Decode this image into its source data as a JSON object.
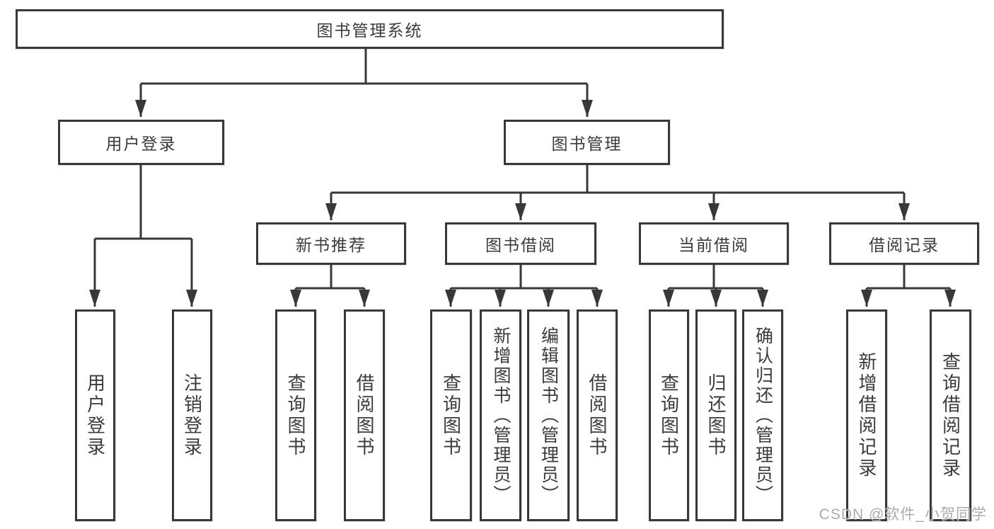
{
  "diagram": {
    "nodes": {
      "root": {
        "label": "图书管理系统"
      },
      "user_login": {
        "label": "用户登录"
      },
      "book_mgmt": {
        "label": "图书管理"
      },
      "new_books": {
        "label": "新书推荐"
      },
      "book_borrow": {
        "label": "图书借阅"
      },
      "current_borrow": {
        "label": "当前借阅"
      },
      "borrow_records": {
        "label": "借阅记录"
      },
      "leaf_user_login": {
        "label": "用户登录"
      },
      "leaf_logout": {
        "label": "注销登录"
      },
      "leaf_nb_query": {
        "label": "查询图书"
      },
      "leaf_nb_borrow": {
        "label": "借阅图书"
      },
      "leaf_bb_query": {
        "label": "查询图书"
      },
      "leaf_bb_add": {
        "label": "新增图书（管理员）"
      },
      "leaf_bb_edit": {
        "label": "编辑图书（管理员）"
      },
      "leaf_bb_borrow": {
        "label": "借阅图书"
      },
      "leaf_cb_query": {
        "label": "查询图书"
      },
      "leaf_cb_return": {
        "label": "归还图书"
      },
      "leaf_cb_confirm": {
        "label": "确认归还（管理员）"
      },
      "leaf_br_add": {
        "label": "新增借阅记录"
      },
      "leaf_br_query": {
        "label": "查询借阅记录"
      }
    },
    "hierarchy": {
      "图书管理系统": [
        "用户登录",
        "图书管理"
      ],
      "用户登录": [
        "用户登录",
        "注销登录"
      ],
      "图书管理": [
        "新书推荐",
        "图书借阅",
        "当前借阅",
        "借阅记录"
      ],
      "新书推荐": [
        "查询图书",
        "借阅图书"
      ],
      "图书借阅": [
        "查询图书",
        "新增图书（管理员）",
        "编辑图书（管理员）",
        "借阅图书"
      ],
      "当前借阅": [
        "查询图书",
        "归还图书",
        "确认归还（管理员）"
      ],
      "借阅记录": [
        "新增借阅记录",
        "查询借阅记录"
      ]
    }
  },
  "watermark": "CSDN @软件_小贺同学",
  "colors": {
    "line": "#383838",
    "text": "#3b3b3b",
    "watermark": "#ababab",
    "background": "#ffffff"
  }
}
